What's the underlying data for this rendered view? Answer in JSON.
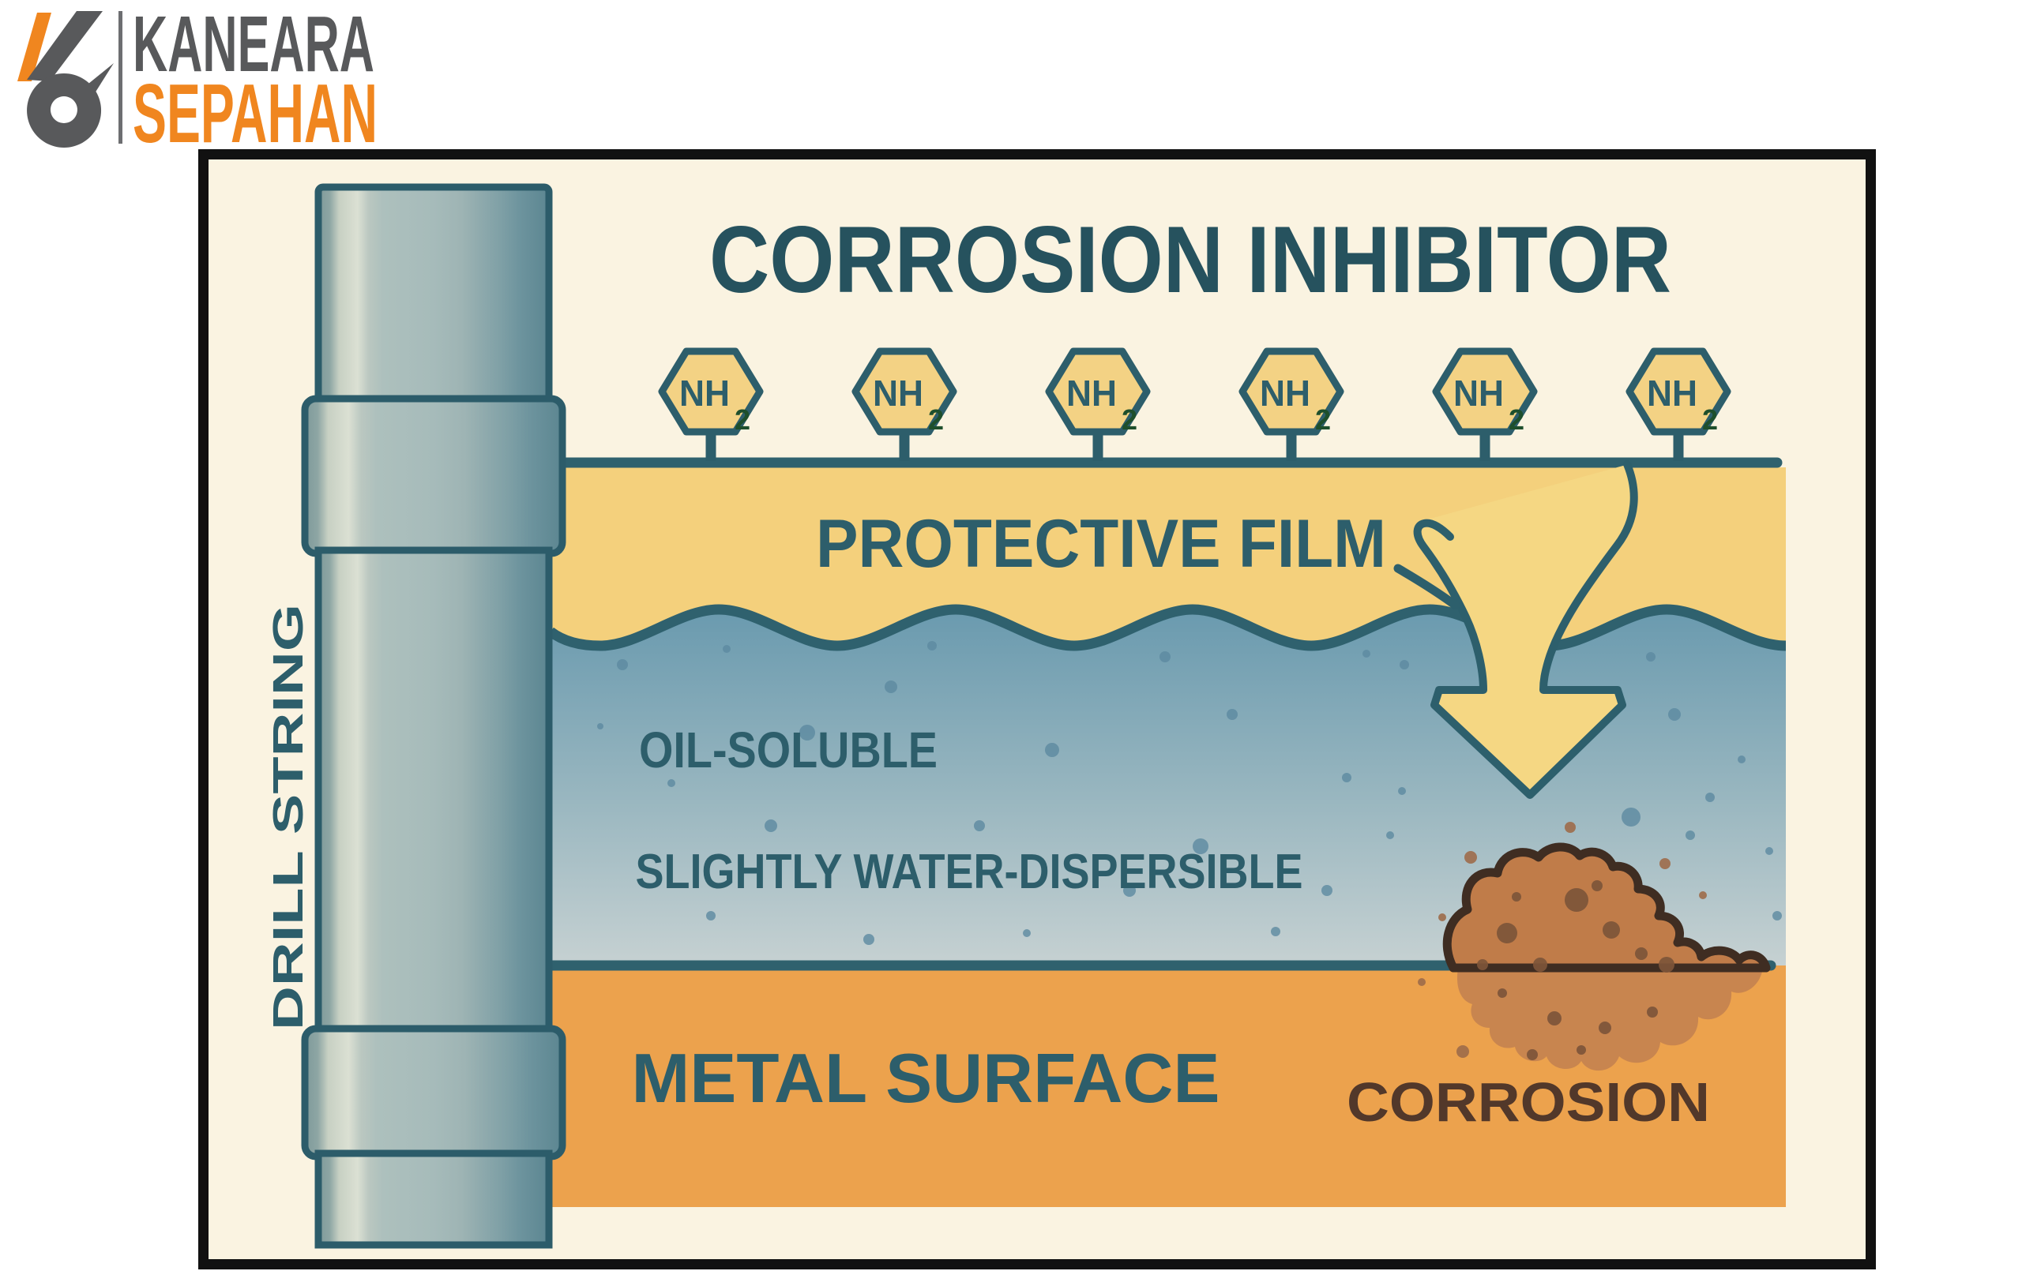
{
  "logo": {
    "line1": "KANEARA",
    "line2": "SEPAHAN"
  },
  "diagram": {
    "title": "CORROSION INHIBITOR",
    "pipe_label": "DRILL STRING",
    "film_label": "PROTECTIVE FILM",
    "oil_label": "OIL-SOLUBLE",
    "dispersible_label": "SLIGHTLY WATER-DISPERSIBLE",
    "metal_label": "METAL SURFACE",
    "corrosion_label": "CORROSION",
    "molecule": {
      "symbol": "NH",
      "subscript": "2",
      "count": 6
    }
  },
  "colors": {
    "brand_gray": "#58595b",
    "brand_orange": "#f0861f",
    "canvas_cream": "#faf3e1",
    "teal_ink": "#2d5e6b",
    "title_teal": "#26525e",
    "film_yellow": "#f4d07c",
    "oil_blue_top": "#6899ae",
    "oil_blue_bottom": "#c6d1d2",
    "metal_orange": "#eca24d",
    "corrosion_rust": "#c07c49",
    "corrosion_outline": "#3f2d22",
    "corrosion_text": "#52382a",
    "molecule_green": "#1e4f2c"
  }
}
